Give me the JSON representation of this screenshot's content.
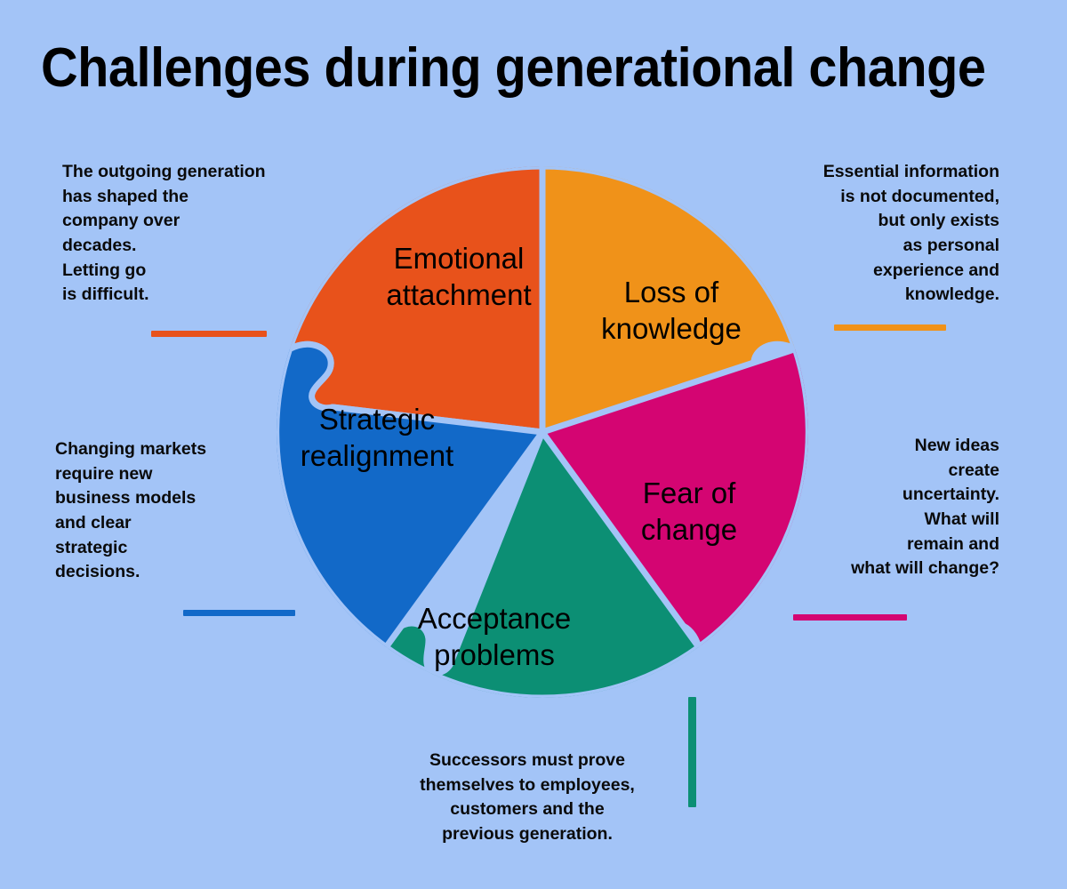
{
  "header": {
    "title": "Challenges during generational change"
  },
  "colors": {
    "background": "#a3c4f7",
    "emotional_attachment": "#e8521b",
    "loss_of_knowledge": "#f09219",
    "fear_of_change": "#d40572",
    "acceptance_problems": "#0c8f74",
    "strategic_realignment": "#1269c8",
    "gap": "#a3c4f7",
    "text": "#000000"
  },
  "chart_data": {
    "type": "pie",
    "title": "Challenges during generational change",
    "legend_position": "around-chart",
    "categories": [
      "Emotional attachment",
      "Loss of knowledge",
      "Fear of change",
      "Acceptance problems",
      "Strategic realignment"
    ],
    "values": [
      20,
      20,
      20,
      20,
      20
    ],
    "colors": [
      "#e8521b",
      "#f09219",
      "#d40572",
      "#0c8f74",
      "#1269c8"
    ],
    "annotations": [
      "The outgoing generation has shaped the company over decades. Letting go is difficult.",
      "Essential information is not documented, but only exists as personal experience and knowledge.",
      "New ideas create uncertainty. What will remain and what will change?",
      "Successors must prove themselves to employees, customers and the previous generation.",
      "Changing markets require new business models and clear strategic decisions."
    ]
  },
  "segments": [
    {
      "id": "emotional-attachment",
      "label_line1": "Emotional",
      "label_line2": "attachment",
      "color": "#e8521b"
    },
    {
      "id": "loss-of-knowledge",
      "label_line1": "Loss of",
      "label_line2": "knowledge",
      "color": "#f09219"
    },
    {
      "id": "fear-of-change",
      "label_line1": "Fear of",
      "label_line2": "change",
      "color": "#d40572"
    },
    {
      "id": "acceptance-problems",
      "label_line1": "Acceptance",
      "label_line2": "problems",
      "color": "#0c8f74"
    },
    {
      "id": "strategic-realignment",
      "label_line1": "Strategic",
      "label_line2": "realignment",
      "color": "#1269c8"
    }
  ],
  "callouts": {
    "emotional_attachment": {
      "text": "The outgoing generation\nhas shaped the\ncompany over\ndecades.\nLetting go\nis difficult.",
      "rule_color": "#e8521b"
    },
    "loss_of_knowledge": {
      "text": "Essential information\nis not documented,\nbut only exists\nas personal\nexperience and\nknowledge.",
      "rule_color": "#f09219"
    },
    "strategic_realignment": {
      "text": "Changing markets\nrequire new\nbusiness models\nand clear\nstrategic\ndecisions.",
      "rule_color": "#1269c8"
    },
    "fear_of_change": {
      "text": "New ideas\ncreate\nuncertainty.\nWhat will\nremain and\nwhat will change?",
      "rule_color": "#d40572"
    },
    "acceptance_problems": {
      "text": "Successors must prove\nthemselves to employees,\ncustomers and the\nprevious generation.",
      "rule_color": "#0c8f74"
    }
  }
}
